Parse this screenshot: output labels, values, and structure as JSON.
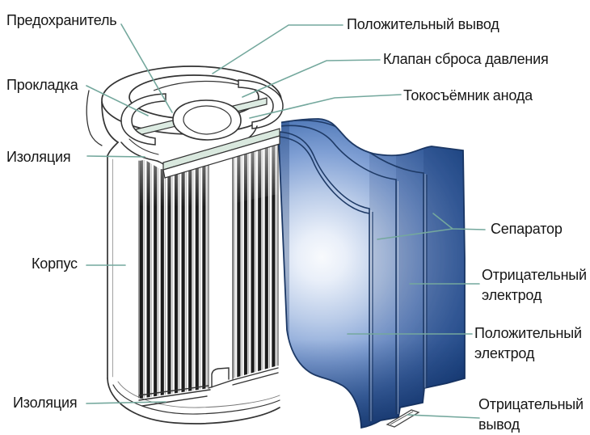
{
  "diagram": {
    "type": "cylindrical-battery-cutaway",
    "labels": {
      "fuse": "Предохранитель",
      "gasket": "Прокладка",
      "insulation_top": "Изоляция",
      "case": "Корпус",
      "insulation_bottom": "Изоляция",
      "positive_terminal": "Положительный вывод",
      "pressure_relief_valve": "Клапан сброса давления",
      "anode_current_collector": "Токосъёмник анода",
      "separator": "Сепаратор",
      "negative_electrode": "Отрицательный электрод",
      "positive_electrode": "Положительный электрод",
      "negative_terminal": "Отрицательный вывод"
    },
    "colors": {
      "leader_line": "#74A89D",
      "line_art": "#333333",
      "plate_tint": "#D9E8DE",
      "blue_highlight": "#F8FAFD",
      "blue_mid": "#7F9FD4",
      "blue_dark": "#1C406F"
    }
  }
}
